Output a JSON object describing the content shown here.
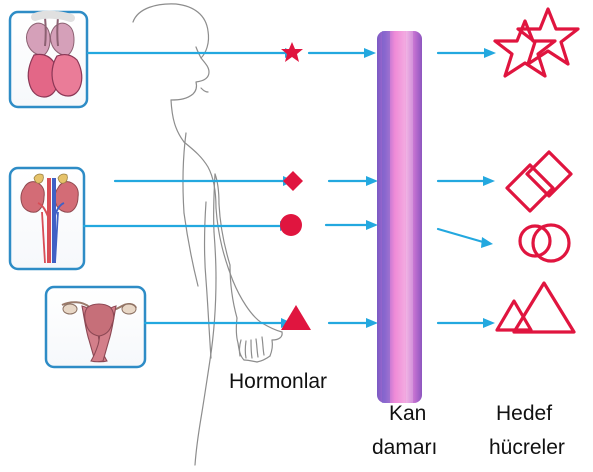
{
  "labels": {
    "hormones": "Hormonlar",
    "vessel_line1": "Kan",
    "vessel_line2": "damarı",
    "target_line1": "Hedef",
    "target_line2": "hücreler"
  },
  "colors": {
    "accent_red": "#e0153f",
    "arrow_blue": "#20a7df",
    "vessel_purple": "#9d56bf",
    "vessel_pink": "#f17ccf",
    "panel_border": "#2d8cc4",
    "outline_gray": "#7e7e7e"
  },
  "icons": {
    "panel_1": "gland-pair-icon",
    "panel_2": "kidney-adrenal-icon",
    "panel_3": "uterus-ovaries-icon",
    "hormone_1": "star-hormone-icon",
    "hormone_2": "diamond-hormone-icon",
    "hormone_3": "circle-hormone-icon",
    "hormone_4": "triangle-hormone-icon",
    "target_1": "double-star-target-icon",
    "target_2": "double-diamond-target-icon",
    "target_3": "double-circle-target-icon",
    "target_4": "double-triangle-target-icon"
  }
}
